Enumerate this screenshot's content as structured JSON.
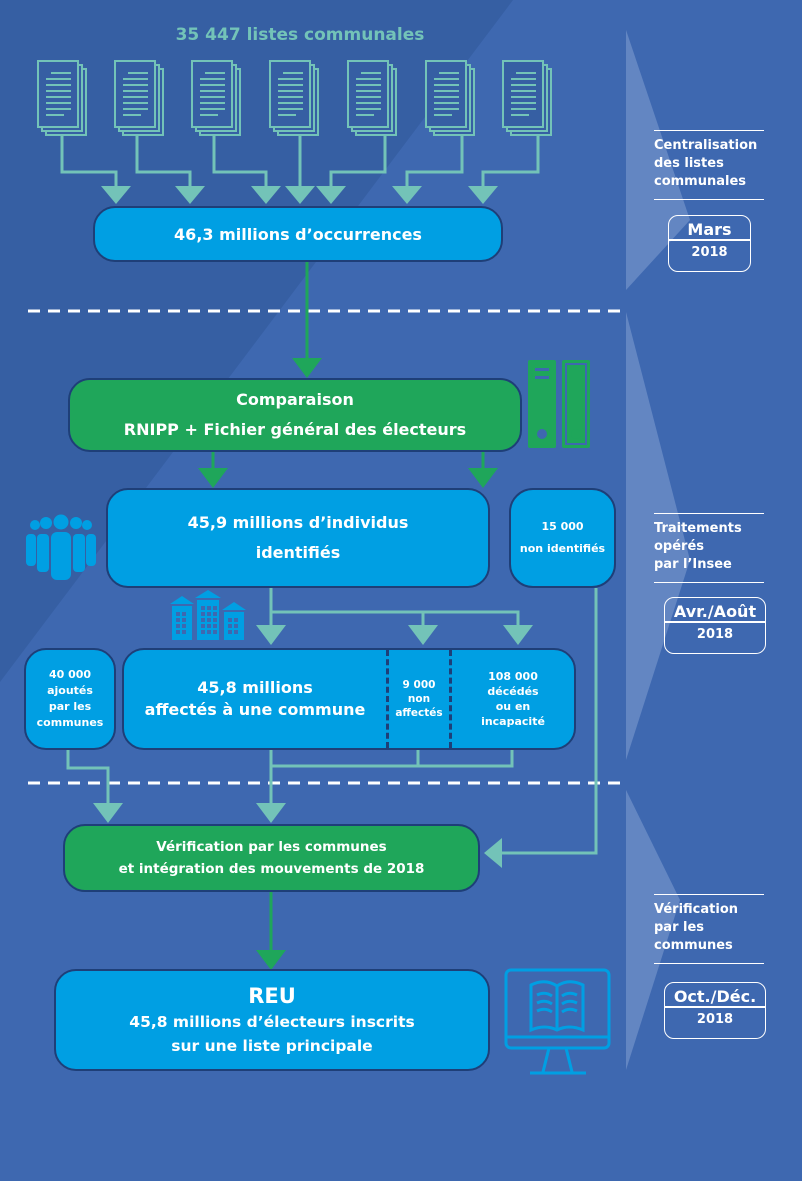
{
  "header": {
    "title": "35 447 listes communales"
  },
  "colors": {
    "background": "#3e68b0",
    "background_dark": "#365fa3",
    "box_blue": "#009fe3",
    "box_green": "#1fa65a",
    "connector_teal": "#73c3b8",
    "connector_green": "#1fa65a",
    "box_border": "#1e3f78"
  },
  "flow": {
    "occurrences": "46,3 millions d’occurrences",
    "comparison": {
      "line1": "Comparaison",
      "line2": "RNIPP + Fichier général des électeurs"
    },
    "identified": {
      "line1": "45,9 millions d’individus",
      "line2": "identifiés"
    },
    "not_identified": {
      "line1": "15 000",
      "line2": "non identifiés"
    },
    "added": {
      "line1": "40 000",
      "line2": "ajoutés",
      "line3": "par les",
      "line4": "communes"
    },
    "assigned": {
      "line1": "45,8 millions",
      "line2": "affectés à une commune"
    },
    "not_assigned": {
      "line1": "9 000",
      "line2": "non",
      "line3": "affectés"
    },
    "deceased": {
      "line1": "108 000",
      "line2": "décédés",
      "line3": "ou en",
      "line4": "incapacité"
    },
    "verification": {
      "line1": "Vérification par les communes",
      "line2": "et intégration des mouvements de 2018"
    },
    "reu": {
      "title": "REU",
      "line1": "45,8 millions d’électeurs inscrits",
      "line2": "sur une liste principale"
    }
  },
  "stages": [
    {
      "label": [
        "Centralisation",
        "des listes",
        "communales"
      ],
      "month": "Mars",
      "year": "2018"
    },
    {
      "label": [
        "Traitements",
        "opérés",
        "par l’Insee"
      ],
      "month": "Avr./Août",
      "year": "2018"
    },
    {
      "label": [
        "Vérification",
        "par les",
        "communes"
      ],
      "month": "Oct./Déc.",
      "year": "2018"
    }
  ],
  "icons": {
    "documents": "document-stack-icon",
    "binders": "binders-icon",
    "people": "people-group-icon",
    "buildings": "buildings-icon",
    "computer": "computer-book-icon"
  }
}
